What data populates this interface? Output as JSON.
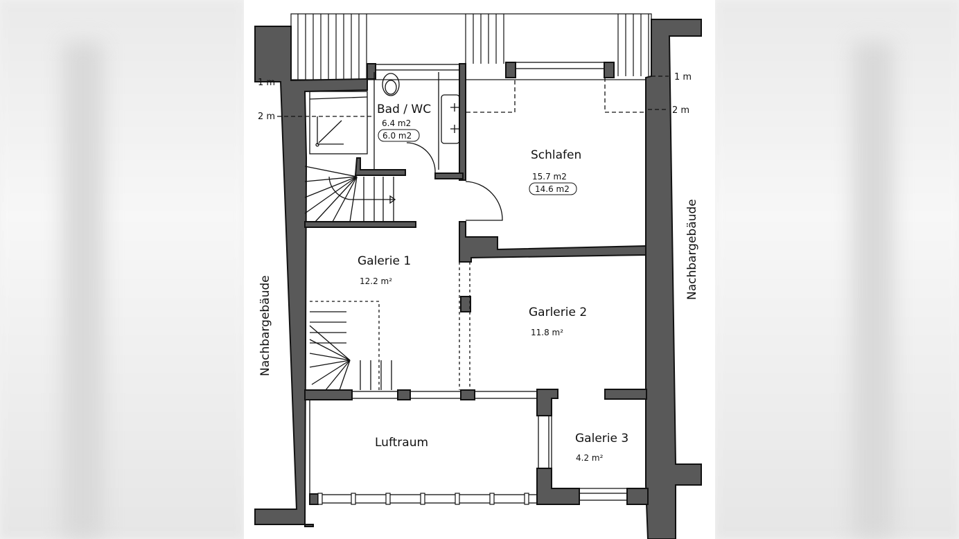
{
  "plan": {
    "wall_color": "#595959",
    "line_color": "#111111",
    "dimension_marks": {
      "left": [
        "1 m",
        "2 m"
      ],
      "right": [
        "1 m",
        "2 m"
      ]
    },
    "neighbor_label_left": "Nachbargebäude",
    "neighbor_label_right": "Nachbargebäude",
    "rooms": {
      "bad": {
        "name": "Bad / WC",
        "area": "6.4 m2",
        "net_area": "6.0 m2"
      },
      "schlafen": {
        "name": "Schlafen",
        "area": "15.7 m2",
        "net_area": "14.6 m2"
      },
      "galerie1": {
        "name": "Galerie 1",
        "area": "12.2 m²"
      },
      "galerie2": {
        "name": "Garlerie 2",
        "area": "11.8 m²"
      },
      "galerie3": {
        "name": "Galerie 3",
        "area": "4.2 m²"
      },
      "luftraum": {
        "name": "Luftraum"
      }
    }
  }
}
